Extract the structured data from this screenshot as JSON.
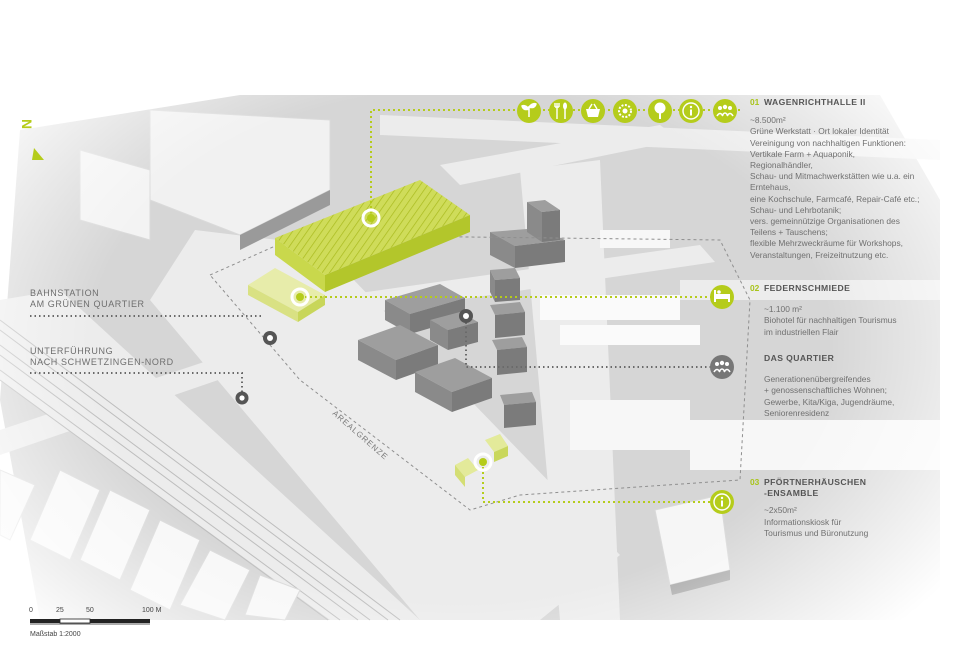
{
  "colors": {
    "accent": "#b5cc1b",
    "accent_light": "#dbe57a",
    "building_dark": "#8d8d8d",
    "building_light": "#f4f4f4",
    "ground": "#d4d4d4",
    "road": "#ececec",
    "marker_dark": "#555555",
    "icon_grey": "#8a8a8a"
  },
  "north": {
    "label": "N"
  },
  "left_labels": {
    "bahnstation": [
      "BAHNSTATION",
      "AM GRÜNEN QUARTIER"
    ],
    "unterfuehrung": [
      "UNTERFÜHRUNG",
      "NACH SCHWETZINGEN-NORD"
    ],
    "arealgrenze": "AREALGRENZE"
  },
  "icons": [
    "sprout-icon",
    "cutlery-icon",
    "basket-icon",
    "gear-leaf-icon",
    "tree-icon",
    "info-icon",
    "people-icon"
  ],
  "sections": [
    {
      "key": "wagenrichthalle",
      "num": "01",
      "title": "WAGENRICHTHALLE II",
      "lines": [
        "~8.500m²",
        "Grüne Werkstatt · Ort lokaler Identität",
        "Vereinigung von nachhaltigen Funktionen:",
        "Vertikale Farm + Aquaponik,",
        "Regionalhändler,",
        "Schau- und Mitmachwerkstätten wie u.a. ein",
        "Erntehaus,",
        "eine Kochschule, Farmcafé, Repair-Café etc.;",
        "Schau- und Lehrbotanik;",
        "vers. gemeinnützige Organisationen des",
        "Teilens + Tauschens;",
        "flexible Mehrzweckräume für Workshops,",
        "Veranstaltungen, Freizeitnutzung etc."
      ]
    },
    {
      "key": "federnschmiede",
      "num": "02",
      "title": "FEDERNSCHMIEDE",
      "lines": [
        "~1.100 m²",
        "Biohotel für nachhaltigen Tourismus",
        "im industriellen Flair"
      ]
    },
    {
      "key": "quartier",
      "num": "",
      "title": "DAS QUARTIER",
      "lines": [
        "Generationenübergreifendes",
        "+ genossenschaftliches Wohnen;",
        "Gewerbe, Kita/Kiga, Jugendräume,",
        "Seniorenresidenz"
      ]
    },
    {
      "key": "pfoertner",
      "num": "03",
      "title": "PFÖRTNERHÄUSCHEN",
      "title2": "-ENSAMBLE",
      "lines": [
        "~2x50m²",
        "Informationskiosk für",
        "Tourismus und Büronutzung"
      ]
    }
  ],
  "scale": {
    "ticks": [
      "0",
      "25",
      "50",
      "100 M"
    ],
    "caption": "Maßstab 1:2000"
  }
}
